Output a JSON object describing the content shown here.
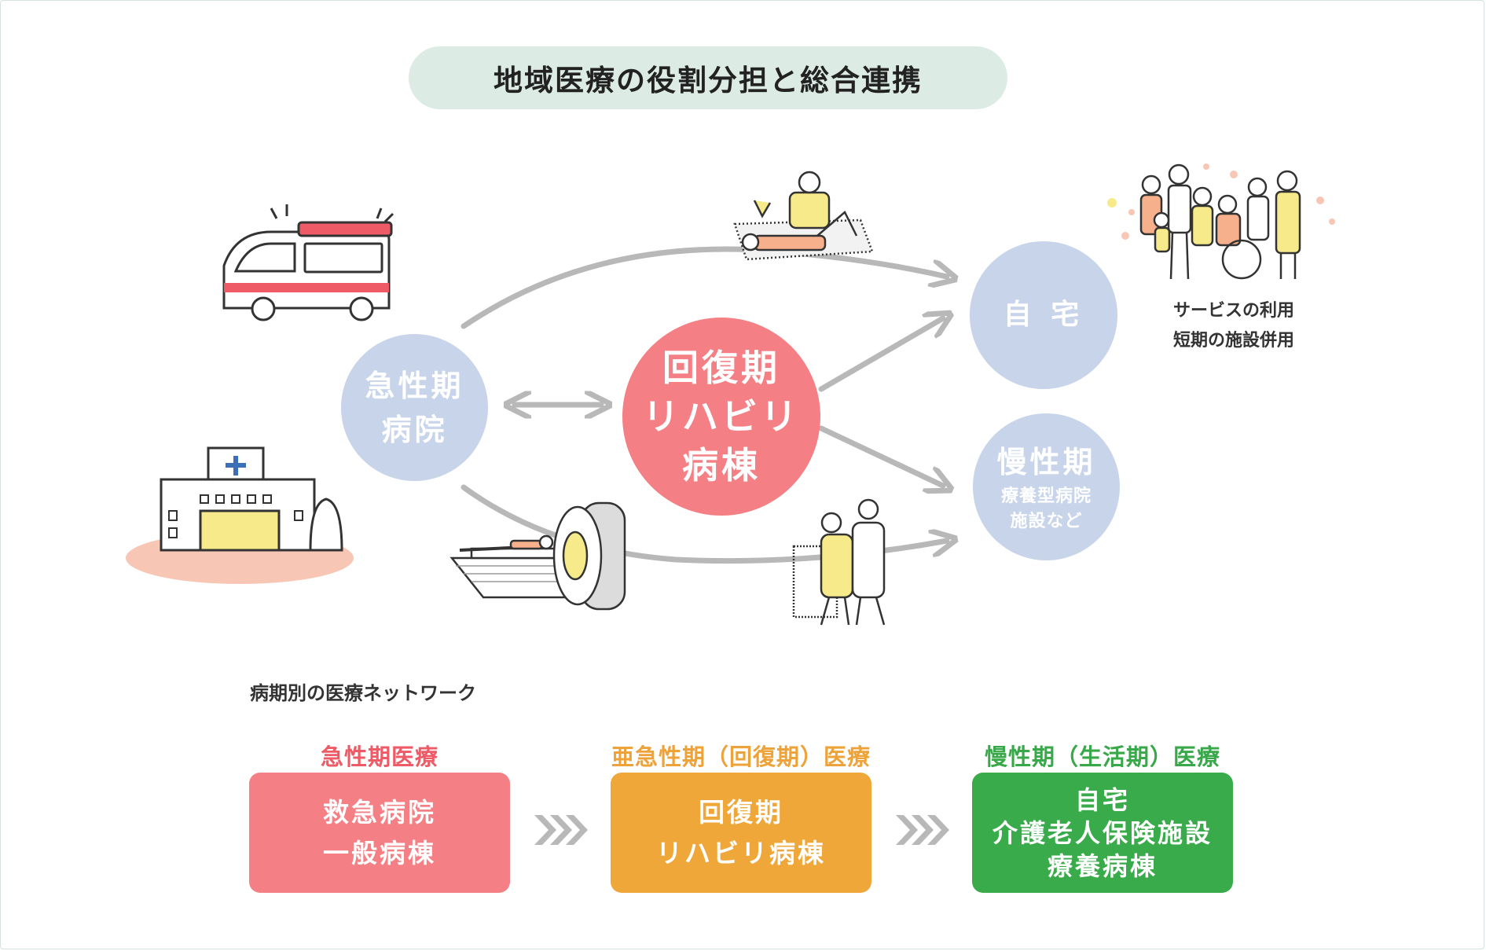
{
  "title": "地域医療の役割分担と総合連携",
  "nodes": {
    "acute": {
      "lines": [
        "急性期",
        "病院"
      ]
    },
    "recovery": {
      "lines": [
        "回復期",
        "リハビリ",
        "病棟"
      ]
    },
    "home": {
      "label": "自 宅"
    },
    "chronic": {
      "label": "慢性期",
      "sub_lines": [
        "療養型病院",
        "施設など"
      ]
    }
  },
  "home_note": [
    "サービスの利用",
    "短期の施設併用"
  ],
  "network": {
    "title": "病期別の医療ネットワーク",
    "stages": [
      {
        "label": "急性期医療",
        "lines": [
          "救急病院",
          "一般病棟"
        ],
        "color": "#f47f84",
        "label_color": "#ee5b67"
      },
      {
        "label": "亜急性期（回復期）医療",
        "lines": [
          "回復期",
          "リハビリ病棟"
        ],
        "color": "#f0a73a",
        "label_color": "#eea33a"
      },
      {
        "label": "慢性期（生活期）医療",
        "lines": [
          "自宅",
          "介護老人保険施設",
          "療養病棟"
        ],
        "color": "#3aab4a",
        "label_color": "#39a84a"
      }
    ]
  },
  "icons": [
    "ambulance-illustration",
    "hospital-illustration",
    "rehab-therapy-illustration",
    "ct-scanner-illustration",
    "walker-assist-illustration",
    "family-illustration"
  ],
  "colors": {
    "arrow": "#b8b8b8",
    "circle_blue": "#c7d4ea",
    "circle_red": "#f47f84",
    "title_bg": "#dcebe4"
  }
}
